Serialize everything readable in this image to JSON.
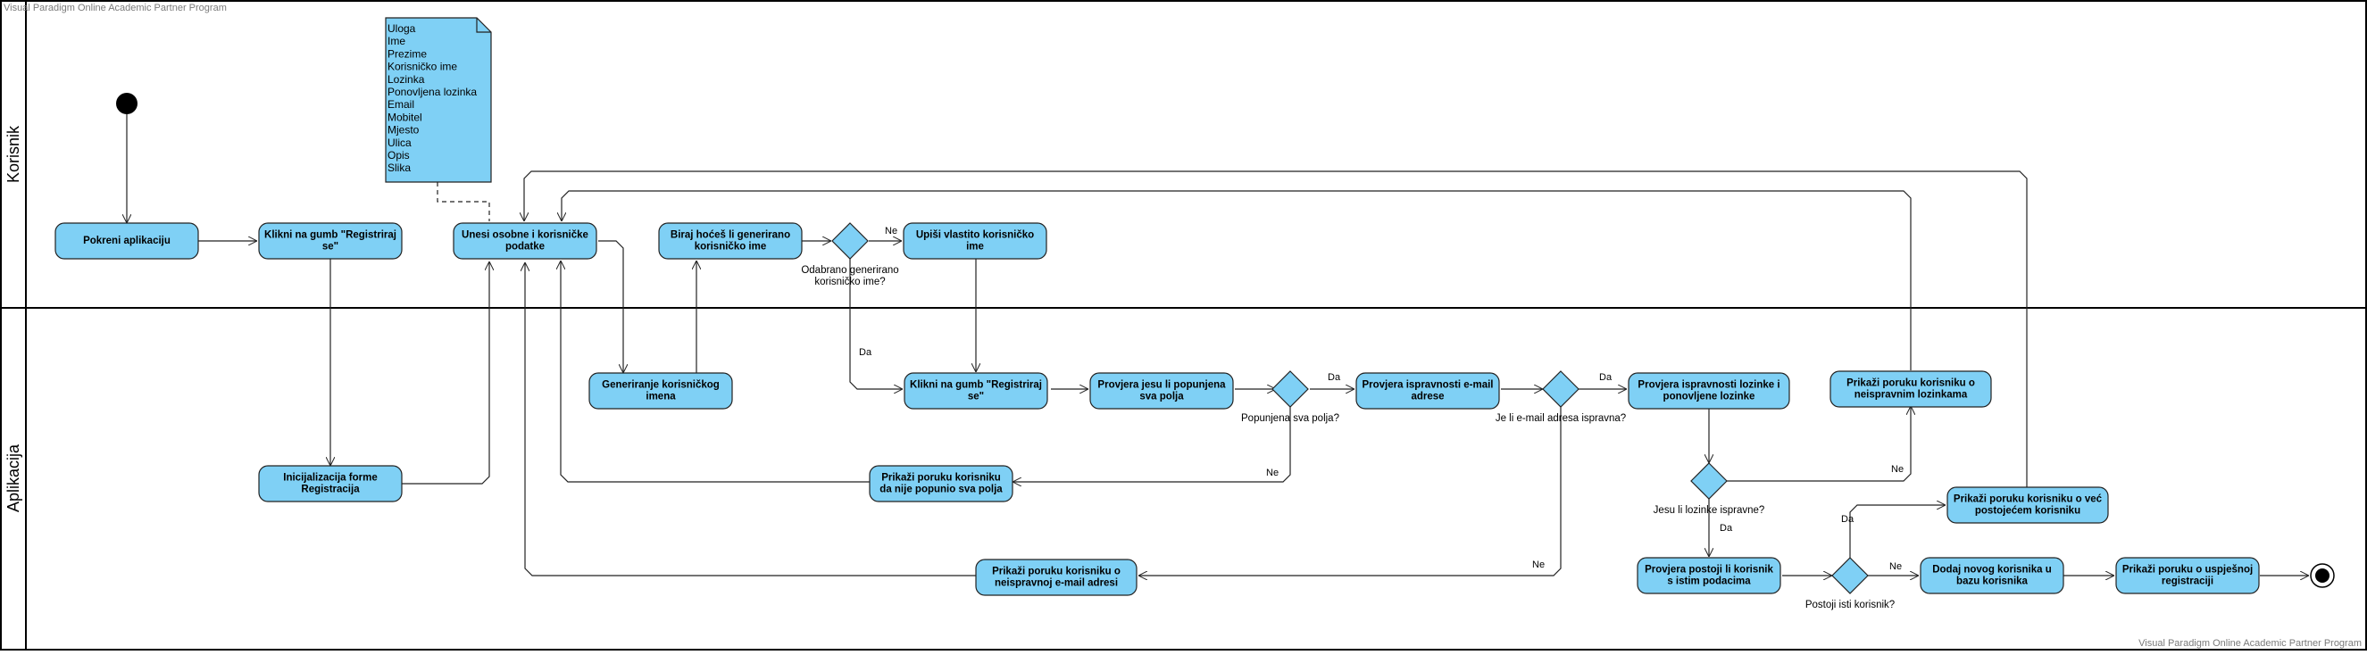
{
  "watermark_top": "Visual Paradigm Online Academic Partner Program",
  "watermark_bottom": "Visual Paradigm Online Academic Partner Program",
  "lanes": [
    {
      "id": "korisnik",
      "label": "Korisnik"
    },
    {
      "id": "aplikacija",
      "label": "Aplikacija"
    }
  ],
  "note": {
    "lines": [
      "Uloga",
      "Ime",
      "Prezime",
      "Korisničko ime",
      "Lozinka",
      "Ponovljena lozinka",
      "Email",
      "Mobitel",
      "Mjesto",
      "Ulica",
      "Opis",
      "Slika"
    ]
  },
  "nodes": [
    {
      "id": "a1",
      "lines": [
        "Pokreni aplikaciju"
      ]
    },
    {
      "id": "a2",
      "lines": [
        "Klikni na gumb \"Registriraj",
        "se\""
      ]
    },
    {
      "id": "a3",
      "lines": [
        "Unesi osobne i korisničke",
        "podatke"
      ]
    },
    {
      "id": "a4",
      "lines": [
        "Biraj hoćeš li generirano",
        "korisničko ime"
      ]
    },
    {
      "id": "a5",
      "lines": [
        "Upiši vlastito korisničko",
        "ime"
      ]
    },
    {
      "id": "b1",
      "lines": [
        "Inicijalizacija forme",
        "Registracija"
      ]
    },
    {
      "id": "b2",
      "lines": [
        "Generiranje korisničkog",
        "imena"
      ]
    },
    {
      "id": "b3",
      "lines": [
        "Klikni na gumb \"Registriraj",
        "se\""
      ]
    },
    {
      "id": "b4",
      "lines": [
        "Provjera jesu li popunjena",
        "sva polja"
      ]
    },
    {
      "id": "b5",
      "lines": [
        "Provjera ispravnosti e-mail",
        "adrese"
      ]
    },
    {
      "id": "b6",
      "lines": [
        "Provjera ispravnosti lozinke i",
        "ponovljene lozinke"
      ]
    },
    {
      "id": "b7",
      "lines": [
        "Prikaži poruku korisniku o",
        "neispravnim lozinkama"
      ]
    },
    {
      "id": "b8",
      "lines": [
        "Prikaži poruku korisniku",
        "da nije popunio sva polja"
      ]
    },
    {
      "id": "b9",
      "lines": [
        "Prikaži poruku korisniku o",
        "neispravnoj e-mail adresi"
      ]
    },
    {
      "id": "b10",
      "lines": [
        "Prikaži poruku korisniku o već",
        "postojećem korisniku"
      ]
    },
    {
      "id": "b11",
      "lines": [
        "Provjera postoji li korisnik",
        "s istim podacima"
      ]
    },
    {
      "id": "b12",
      "lines": [
        "Dodaj novog korisnika u",
        "bazu korisnika"
      ]
    },
    {
      "id": "b13",
      "lines": [
        "Prikaži poruku o uspješnoj",
        "registraciji"
      ]
    }
  ],
  "decisions": [
    {
      "id": "d1",
      "lines": [
        "Odabrano generirano",
        "korisničko ime?"
      ]
    },
    {
      "id": "d2",
      "lines": [
        "Popunjena sva polja?"
      ]
    },
    {
      "id": "d3",
      "lines": [
        "Je li e-mail adresa ispravna?"
      ]
    },
    {
      "id": "d4",
      "lines": [
        "Jesu li lozinke ispravne?"
      ]
    },
    {
      "id": "d5",
      "lines": [
        "Postoji isti korisnik?"
      ]
    }
  ],
  "guards": {
    "d1_ne": "Ne",
    "d1_da": "Da",
    "d2_da": "Da",
    "d2_ne": "Ne",
    "d3_da": "Da",
    "d3_ne": "Ne",
    "d4_ne": "Ne",
    "d4_da": "Da",
    "d5_da": "Da",
    "d5_ne": "Ne"
  },
  "colors": {
    "fill": "#7fd0f5",
    "stroke": "#222222",
    "frame": "#000000",
    "note": "#7fd0f5"
  }
}
